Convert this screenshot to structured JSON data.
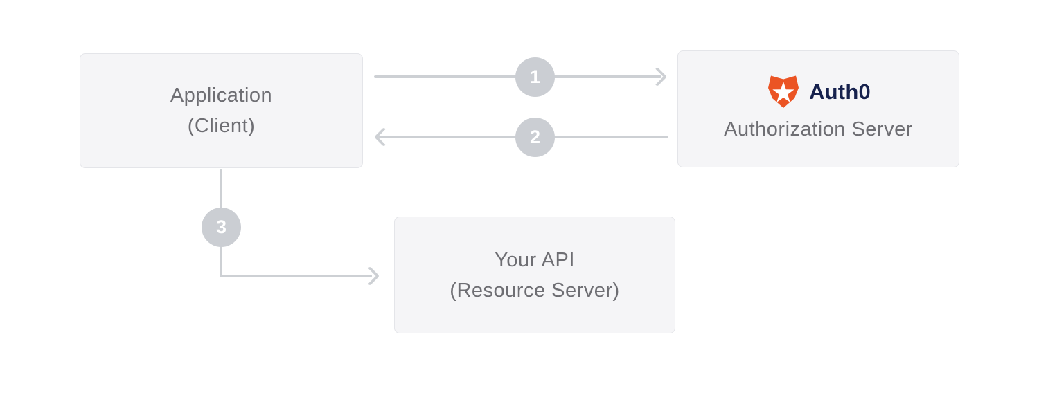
{
  "nodes": {
    "application": {
      "line1": "Application",
      "line2": "(Client)"
    },
    "authorization_server": {
      "brand": "Auth0",
      "label": "Authorization Server"
    },
    "api": {
      "line1": "Your API",
      "line2": "(Resource Server)"
    }
  },
  "steps": [
    {
      "label": "1"
    },
    {
      "label": "2"
    },
    {
      "label": "3"
    }
  ],
  "icons": {
    "auth0_badge": "auth0-shield-star-icon"
  },
  "colors": {
    "auth0_orange": "#EB5424",
    "auth0_navy": "#16214D",
    "box_background": "#F5F5F7",
    "box_border": "#E4E5E9",
    "label_gray": "#6E6E73",
    "arrow_gray": "#CDD0D4",
    "circle_gray": "#CBCED3",
    "circle_number_color": "#FFFFFF"
  }
}
